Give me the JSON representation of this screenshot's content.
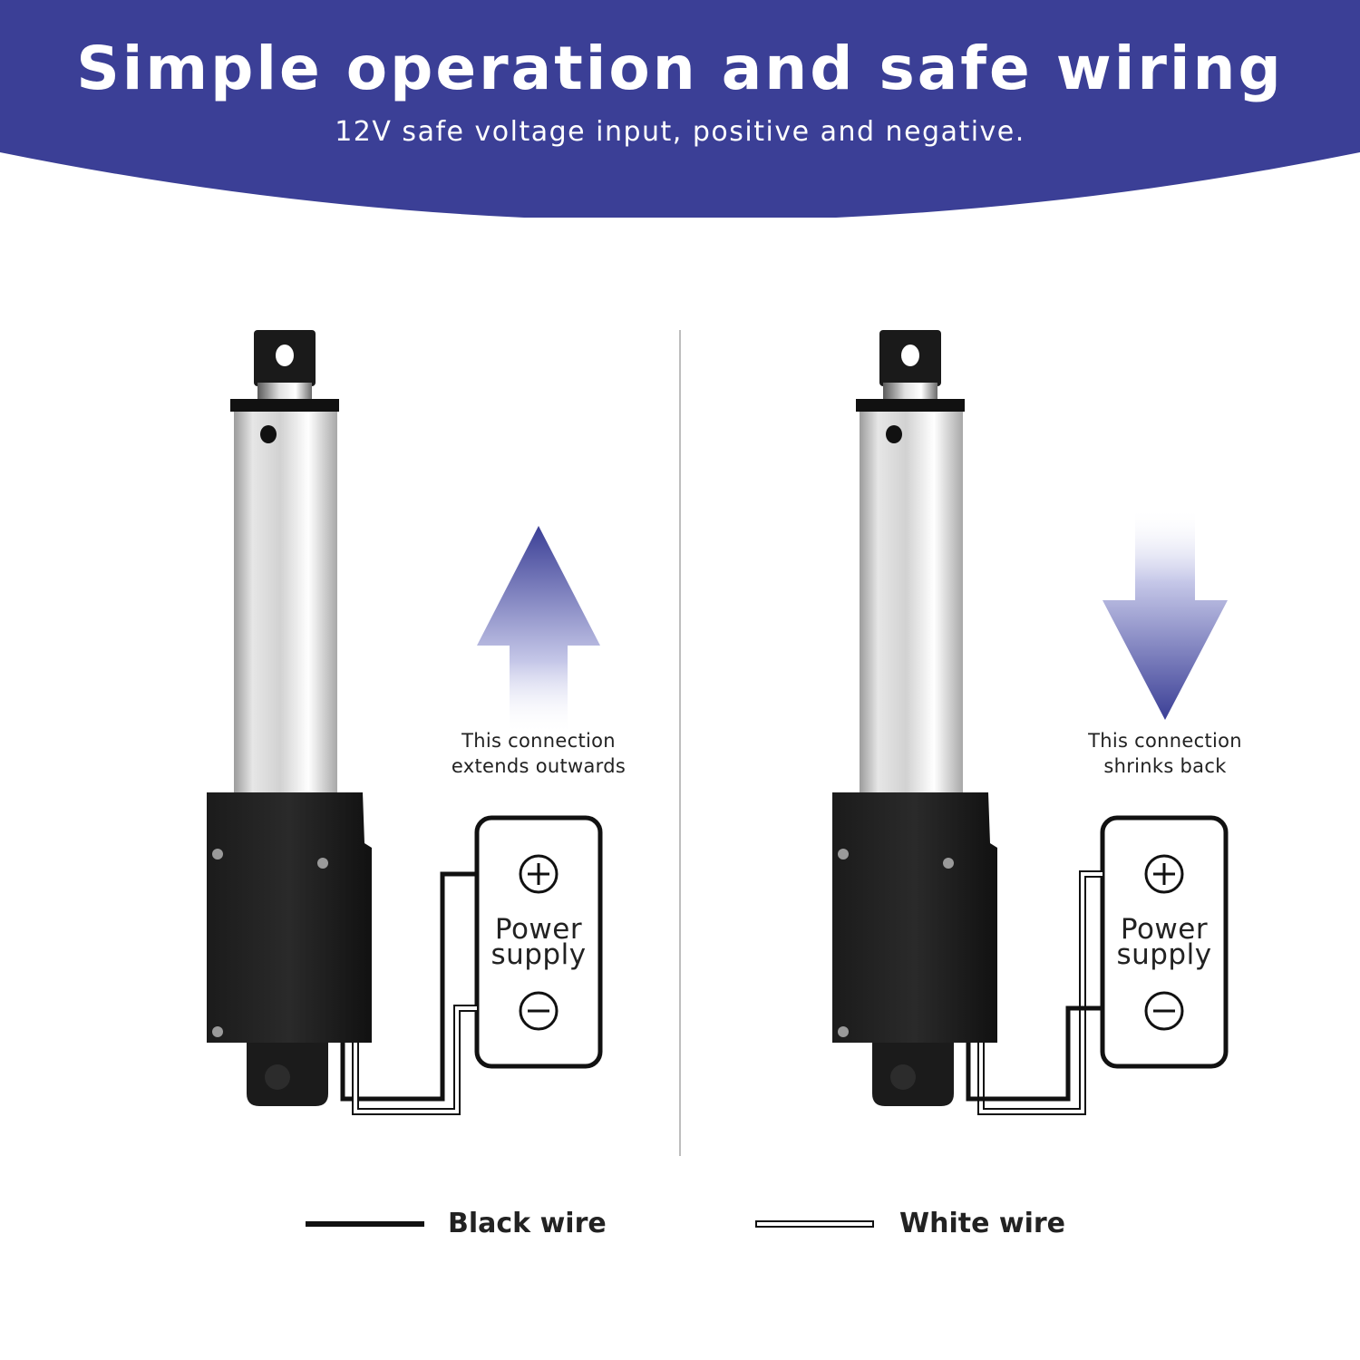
{
  "header": {
    "title": "Simple operation and safe wiring",
    "subtitle": "12V safe voltage input, positive and negative.",
    "background_color": "#3b3f96"
  },
  "panels": [
    {
      "direction": "extend",
      "arrow": "up-arrow",
      "caption_line1": "This connection",
      "caption_line2": "extends outwards",
      "power_supply": {
        "line1": "Power",
        "line2": "supply",
        "positive_symbol": "+",
        "negative_symbol": "−"
      },
      "positive_wire": "black",
      "negative_wire": "white"
    },
    {
      "direction": "retract",
      "arrow": "down-arrow",
      "caption_line1": "This connection",
      "caption_line2": "shrinks back",
      "power_supply": {
        "line1": "Power",
        "line2": "supply",
        "positive_symbol": "+",
        "negative_symbol": "−"
      },
      "positive_wire": "white",
      "negative_wire": "black"
    }
  ],
  "legend": {
    "black_wire": "Black wire",
    "white_wire": "White wire"
  },
  "colors": {
    "arrow": "#3b3f96",
    "wire_black": "#111111",
    "divider": "#bdbdbd"
  }
}
